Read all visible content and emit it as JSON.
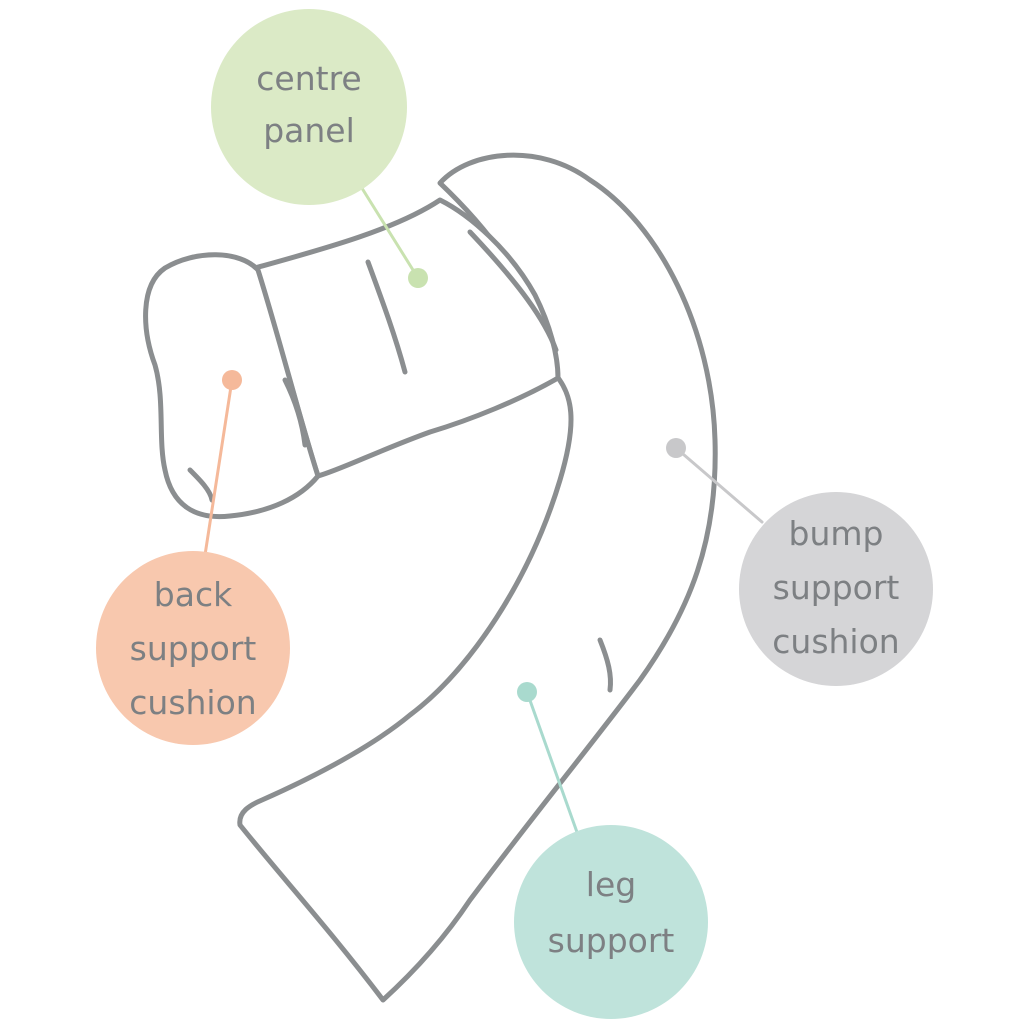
{
  "labels": {
    "centre_panel": {
      "lines": [
        "centre",
        "panel"
      ]
    },
    "back_support": {
      "lines": [
        "back",
        "support",
        "cushion"
      ]
    },
    "bump_support": {
      "lines": [
        "bump",
        "support",
        "cushion"
      ]
    },
    "leg_support": {
      "lines": [
        "leg",
        "support"
      ]
    }
  },
  "colors": {
    "outline": "#8b8e90",
    "label_text": "#7d8083",
    "centre_panel": "#dbeac6",
    "centre_panel_line": "#c9e2b0",
    "back_support": "#f8c8ae",
    "back_support_line": "#f5b99a",
    "bump_support": "#d5d5d7",
    "bump_support_line": "#c8c8ca",
    "leg_support": "#bfe3db",
    "leg_support_line": "#a9dace"
  },
  "icons": {
    "pillow": "pregnancy-pillow-outline"
  }
}
